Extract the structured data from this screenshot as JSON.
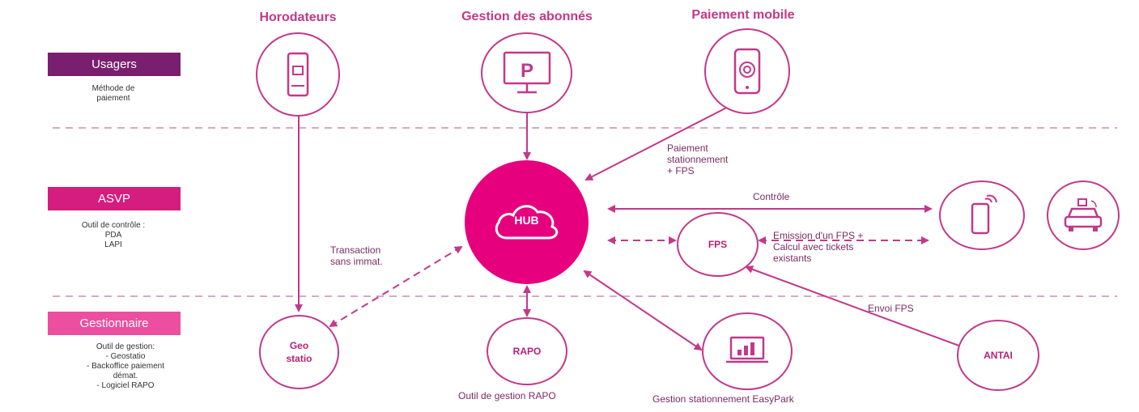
{
  "titles": {
    "horodateurs": "Horodateurs",
    "abonnes": "Gestion des abonnés",
    "mobile": "Paiement mobile"
  },
  "roles": {
    "usagers": {
      "label": "Usagers",
      "color": "#7a1f6f",
      "desc": [
        "Méthode de",
        "paiement"
      ]
    },
    "asvp": {
      "label": "ASVP",
      "color": "#d41d7e",
      "desc": [
        "Outil de contrôle :",
        "PDA",
        "LAPI"
      ]
    },
    "gestionnaire": {
      "label": "Gestionnaire",
      "color": "#ec4fa0",
      "desc": [
        "Outil de gestion:",
        "- Geostatio",
        "- Backoffice paiement",
        "démat.",
        "- Logiciel RAPO"
      ]
    }
  },
  "hub": {
    "label": "HUB",
    "color": "#e6007e"
  },
  "nodes": {
    "fps": "FPS",
    "geo": [
      "Geo",
      "statio"
    ],
    "rapo": "RAPO",
    "antai": "ANTAI"
  },
  "labels": {
    "paiement": [
      "Paiement",
      "stationnement",
      "+ FPS"
    ],
    "controle": "Contrôle",
    "emission": [
      "Emission d'un FPS +",
      "Calcul avec tickets",
      "existants"
    ],
    "transaction": [
      "Transaction",
      "sans immat."
    ],
    "envoi_fps": "Envoi FPS"
  },
  "captions": {
    "rapo": "Outil de gestion RAPO",
    "easypark": "Gestion stationnement EasyPark"
  },
  "colors": {
    "accent": "#c2388a",
    "divider": "#d9a8c8"
  }
}
